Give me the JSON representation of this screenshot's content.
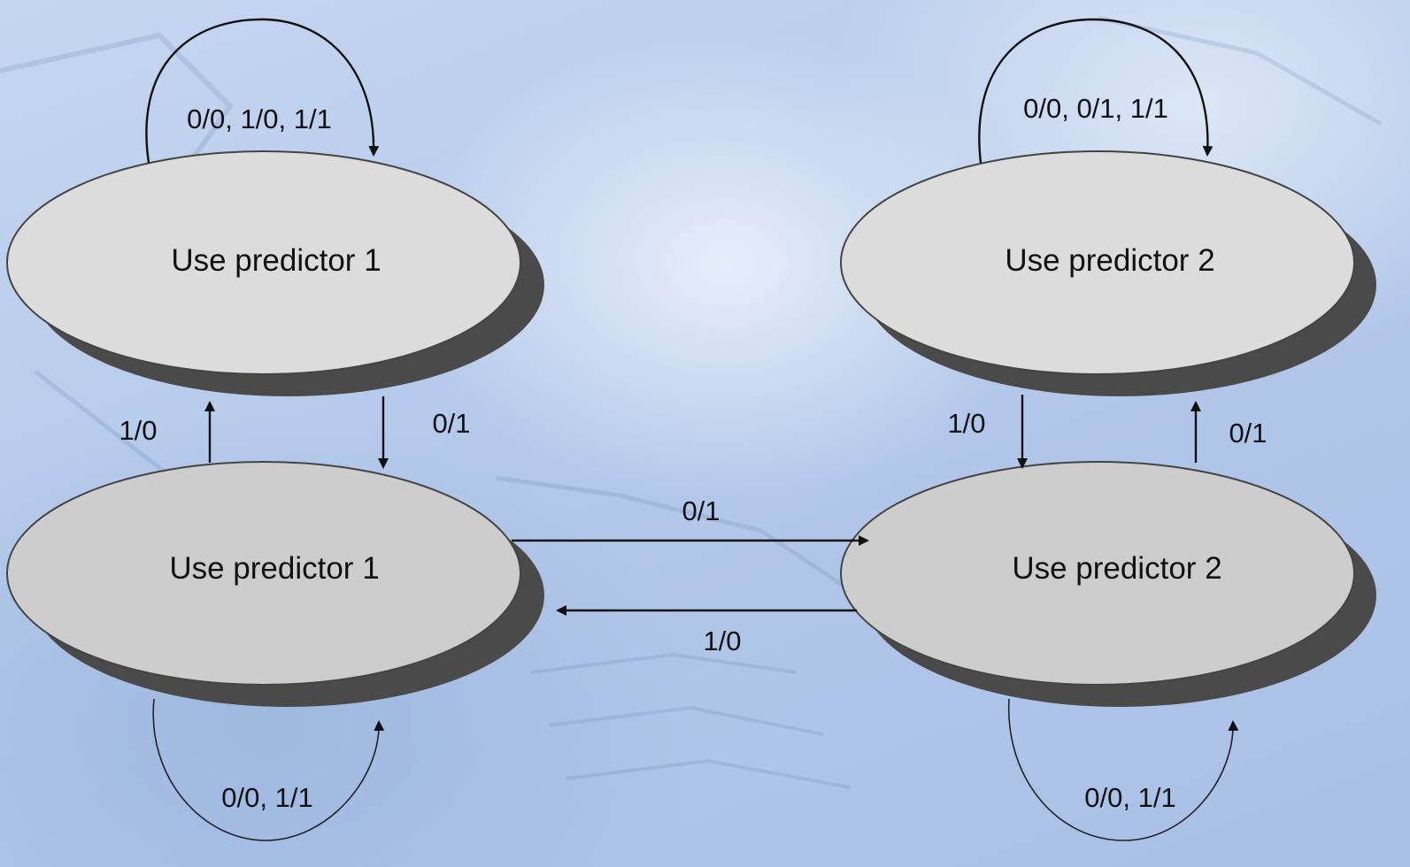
{
  "states": {
    "strong_p1": "Use predictor 1",
    "strong_p2": "Use predictor 2",
    "weak_p1": "Use predictor 1",
    "weak_p2": "Use predictor 2"
  },
  "transitions": {
    "strong_p1_self": "0/0, 1/0, 1/1",
    "strong_p2_self": "0/0, 0/1, 1/1",
    "weak_p1_to_strong_p1": "1/0",
    "strong_p1_to_weak_p1": "0/1",
    "strong_p2_to_weak_p2": "1/0",
    "weak_p2_to_strong_p2": "0/1",
    "weak_p1_to_weak_p2": "0/1",
    "weak_p2_to_weak_p1": "1/0",
    "weak_p1_self": "0/0, 1/1",
    "weak_p2_self": "0/0, 1/1"
  },
  "colors": {
    "strong_state_fill": "#dcdcdc",
    "weak_state_fill": "#cdcdcd",
    "shadow": "#4a4a4a",
    "line": "#111111"
  }
}
